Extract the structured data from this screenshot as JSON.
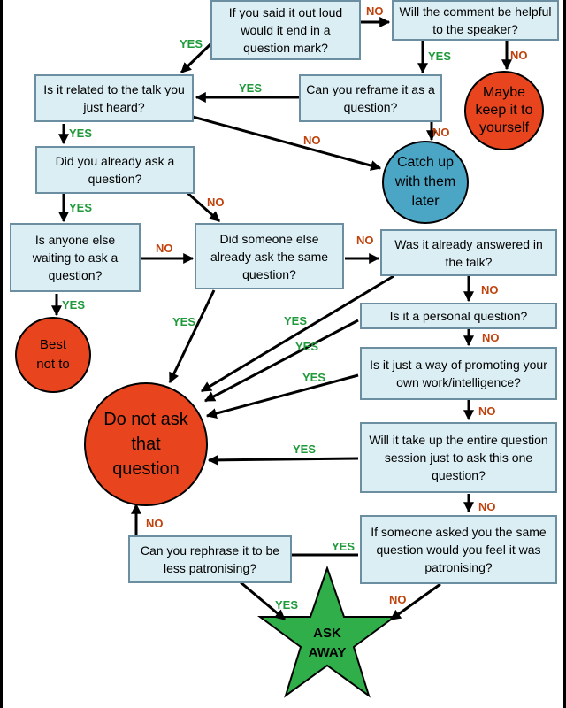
{
  "colors": {
    "box_fill": "#dbeef4",
    "box_stroke": "#6b8fa0",
    "red_circle": "#e8451f",
    "blue_circle": "#4ba6c6",
    "star": "#2fae4a",
    "yes": "#1f9a3a",
    "no": "#c0430e"
  },
  "nodes": {
    "loud": "If you said it out loud would it end in a question mark?",
    "helpful": "Will the comment be helpful to the speaker?",
    "related": "Is it related to the talk you just heard?",
    "reframe": "Can you reframe it as a question?",
    "maybe": "Maybe keep it to yourself",
    "catchup": "Catch up with them later",
    "asked": "Did you already ask a question?",
    "waiting": "Is anyone else waiting to ask a question?",
    "someone": "Did someone else already ask the same question?",
    "answered": "Was it already answered in the talk?",
    "best": "Best not to",
    "personal": "Is it a personal question?",
    "promoting": "Is it just a way of promoting your own work/intelligence?",
    "donot": "Do not ask that question",
    "session": "Will it take up the entire question session just to ask this one question?",
    "patronising": "If someone asked you the same question would you feel it was patronising?",
    "rephrase": "Can you rephrase it to be less patronising?",
    "askaway": "ASK AWAY"
  },
  "edge_labels": {
    "yes": "YES",
    "no": "NO"
  }
}
